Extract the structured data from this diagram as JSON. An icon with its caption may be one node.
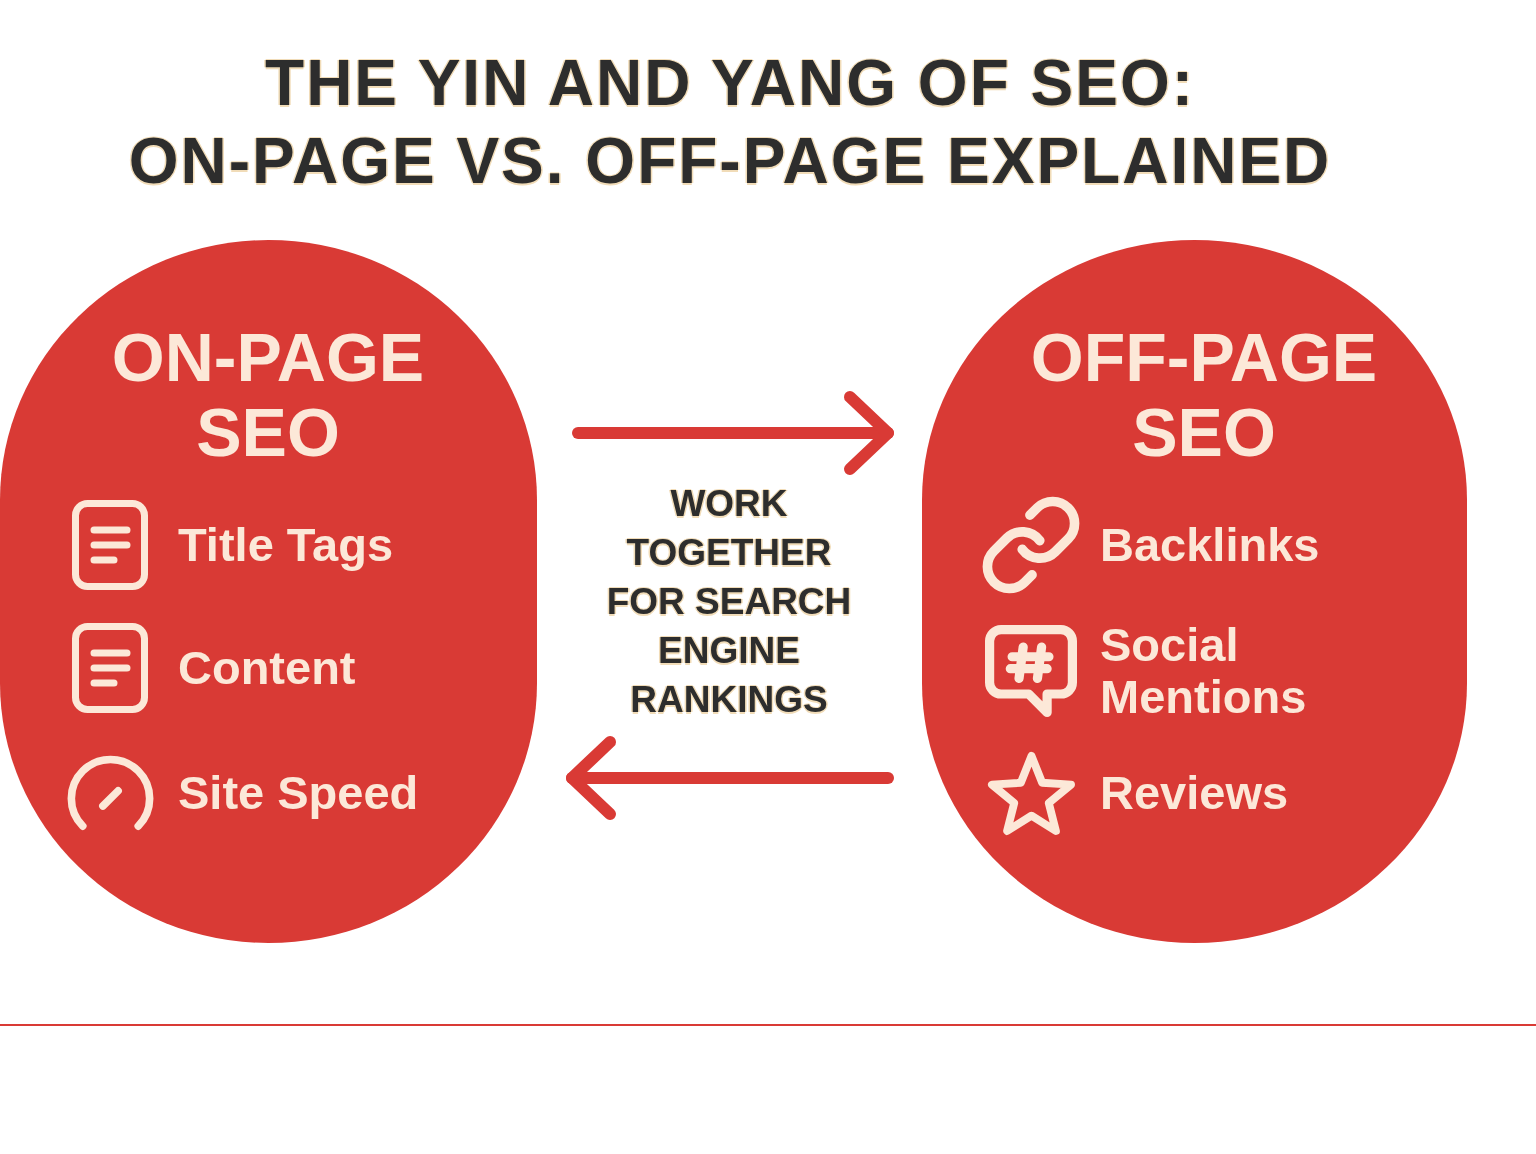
{
  "diagram": {
    "title": "THE YIN AND YANG OF SEO: ON-PAGE VS. OFF-PAGE EXPLAINED",
    "nodes": [
      {
        "text": [
          "ON-PAGE SEO",
          "Title Tags",
          "Content",
          "Site Speed"
        ]
      },
      {
        "text": [
          "OFF-PAGE SEO",
          "Backlinks",
          "Social Mentions",
          "Reviews"
        ]
      }
    ],
    "edges": [
      {
        "from": 0,
        "to": 1,
        "arrow": "to"
      },
      {
        "from": 1,
        "to": 0,
        "arrow": "to"
      }
    ],
    "labels": [
      "WORK TOGETHER FOR SEARCH ENGINE RANKINGS"
    ]
  }
}
